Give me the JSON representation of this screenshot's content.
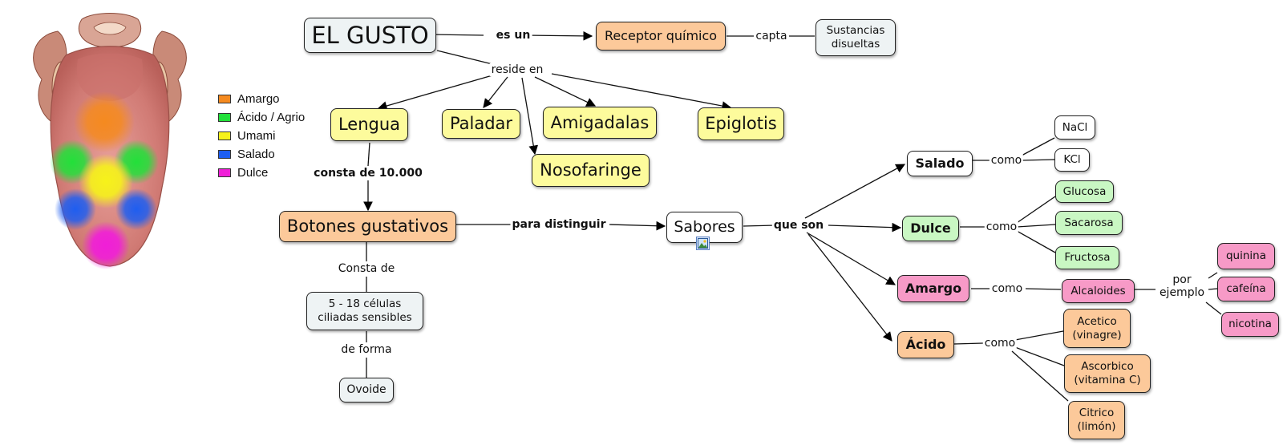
{
  "legend": [
    {
      "label": "Amargo",
      "color": "#f58a1f"
    },
    {
      "label": "Ácido / Agrio",
      "color": "#22e03a"
    },
    {
      "label": "Umami",
      "color": "#f6f21a"
    },
    {
      "label": "Salado",
      "color": "#1f5ef0"
    },
    {
      "label": "Dulce",
      "color": "#f01ed8"
    }
  ],
  "nodes": {
    "el_gusto": "EL GUSTO",
    "receptor": "Receptor químico",
    "sustancias": "Sustancias\ndisueltas",
    "lengua": "Lengua",
    "paladar": "Paladar",
    "amigdalas": "Amigadalas",
    "epiglotis": "Epiglotis",
    "nosofaringe": "Nosofaringe",
    "botones": "Botones gustativos",
    "sabores": "Sabores",
    "celulas": "5 - 18 células\nciliadas sensibles",
    "ovoide": "Ovoide",
    "salado": "Salado",
    "dulce": "Dulce",
    "amargo": "Amargo",
    "acido": "Ácido",
    "nacl": "NaCl",
    "kcl": "KCl",
    "glucosa": "Glucosa",
    "sacarosa": "Sacarosa",
    "fructosa": "Fructosa",
    "alcaloides": "Alcaloides",
    "quinina": "quinina",
    "cafeina": "cafeína",
    "nicotina": "nicotina",
    "acetico": "Acetico\n(vinagre)",
    "ascorbico": "Ascorbico\n(vitamina C)",
    "citrico": "Citrico\n(limón)"
  },
  "links": {
    "es_un": "es un",
    "capta": "capta",
    "reside_en": "reside en",
    "consta_10000": "consta de 10.000",
    "para_distinguir": "para distinguir",
    "que_son": "que son",
    "consta_de": "Consta de",
    "de_forma": "de forma",
    "como_salado": "como",
    "como_dulce": "como",
    "como_amargo": "como",
    "como_acido": "como",
    "por_ejemplo": "por\nejemplo"
  }
}
